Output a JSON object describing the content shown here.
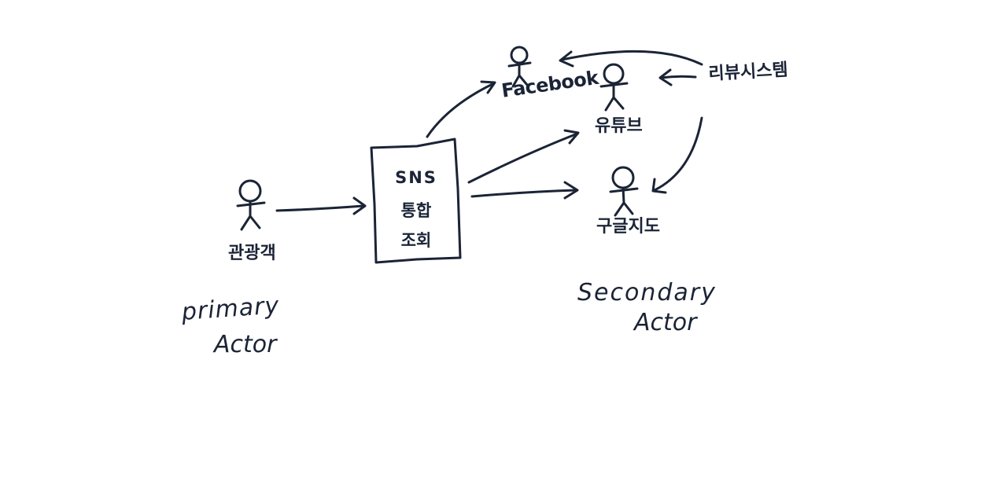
{
  "diagram": {
    "actors": {
      "facebook": "Facebook",
      "youtube": "유튜브",
      "review_system": "리뷰시스템",
      "google_map": "구글지도",
      "tourist": "관광객"
    },
    "use_case_box": {
      "line1": "SNS",
      "line2": "통합",
      "line3": "조회"
    },
    "notes": {
      "primary_line1": "primary",
      "primary_line2": "Actor",
      "secondary_line1": "Secondary",
      "secondary_line2": "Actor"
    },
    "ink_color": "#1b2436"
  }
}
